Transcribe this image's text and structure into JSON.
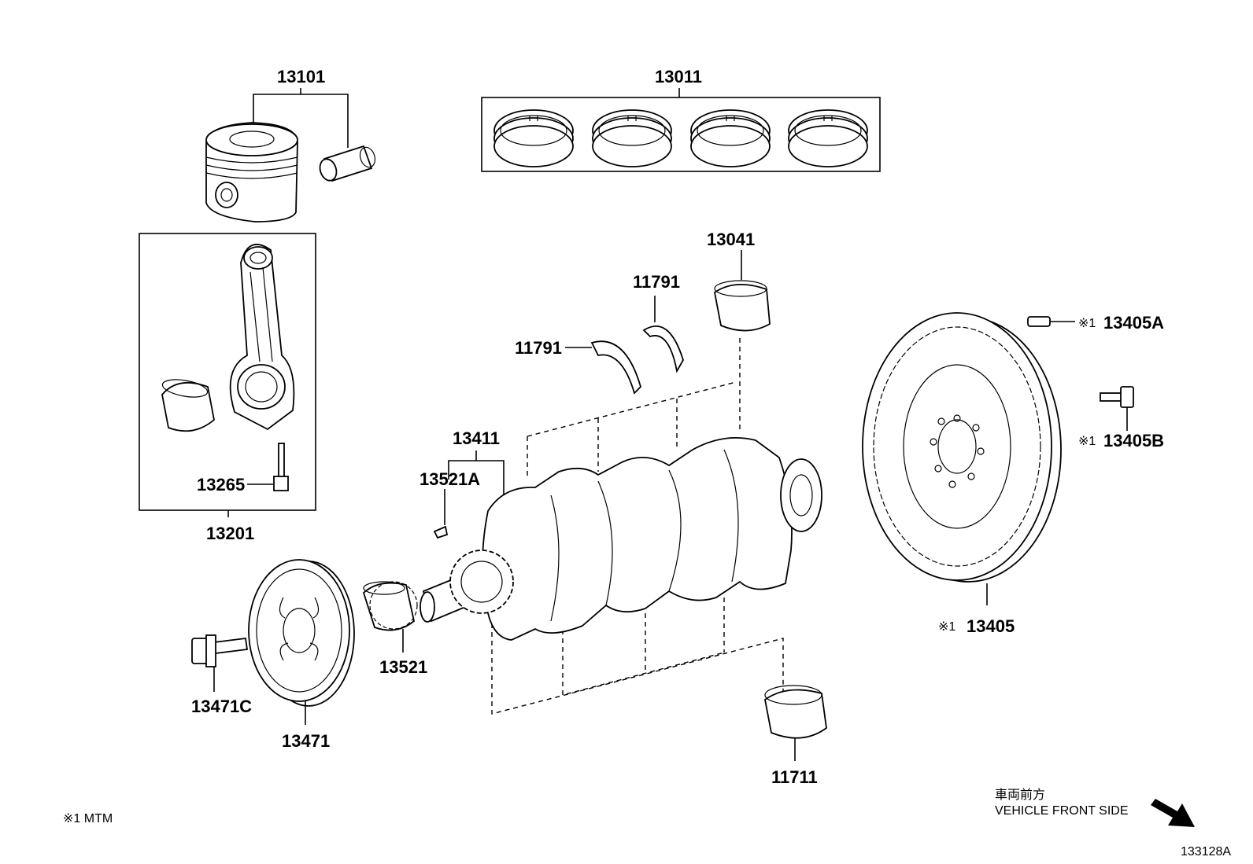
{
  "part_labels": {
    "p13101": "13101",
    "p13011": "13011",
    "p13041": "13041",
    "p11791_top": "11791",
    "p11791_left": "11791",
    "p13411": "13411",
    "p13521A": "13521A",
    "p13265": "13265",
    "p13201": "13201",
    "p13521": "13521",
    "p13471C": "13471C",
    "p13471": "13471",
    "p11711": "11711",
    "p13405A": "13405A",
    "p13405B": "13405B",
    "p13405": "13405"
  },
  "markers": {
    "m13405A": "※1",
    "m13405B": "※1",
    "m13405": "※1"
  },
  "notes": {
    "footnote": "※1 MTM",
    "direction_jp": "車両前方",
    "direction_en": "VEHICLE FRONT SIDE",
    "diagram_id": "133128A"
  },
  "icons": {
    "piston": "piston-icon",
    "piston_pin": "piston-pin-icon",
    "piston_rings": "piston-ring-set-icon",
    "connecting_rod": "connecting-rod-icon",
    "crankshaft": "crankshaft-icon",
    "flywheel": "flywheel-icon",
    "pulley": "crankshaft-pulley-icon",
    "sprocket": "timing-sprocket-icon",
    "direction_arrow": "arrow-down-right-icon"
  }
}
